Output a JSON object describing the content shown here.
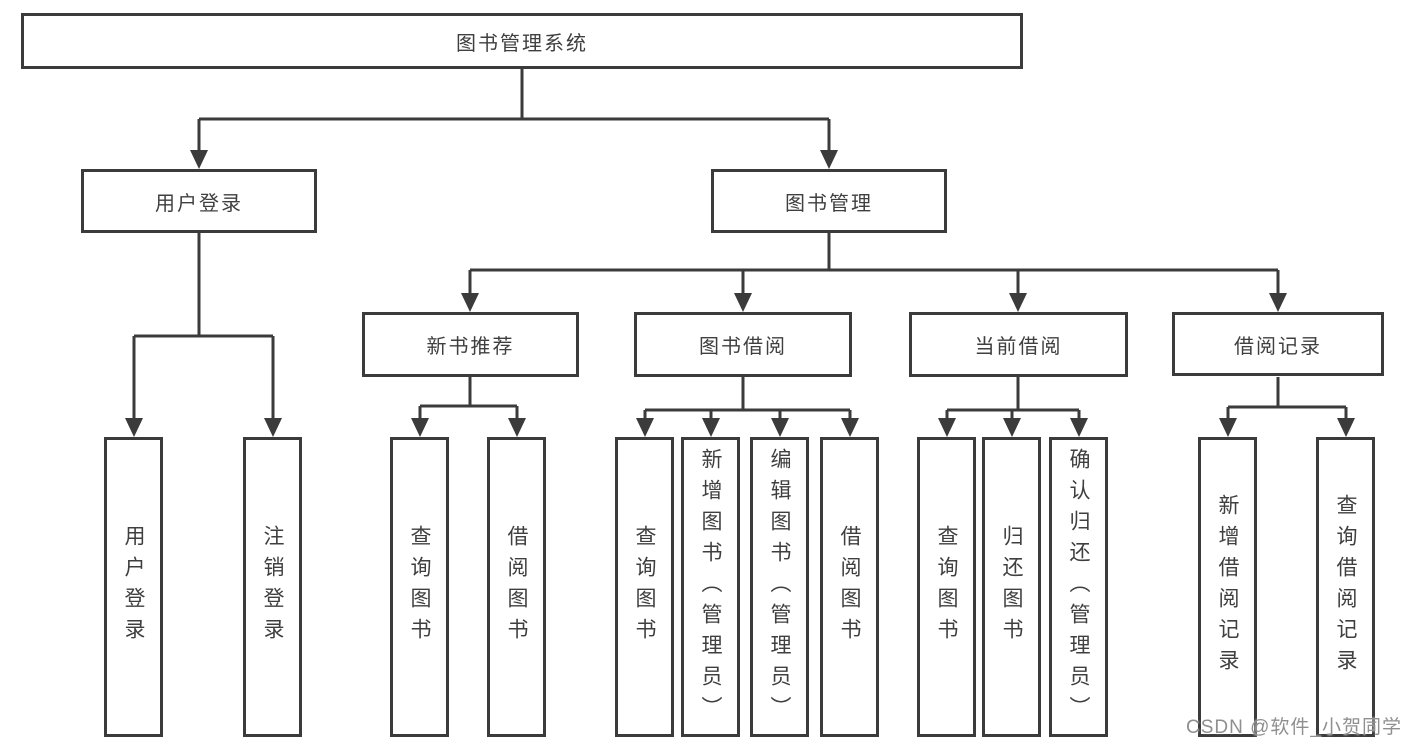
{
  "diagram": {
    "root": {
      "label": "图书管理系统"
    },
    "branches": [
      {
        "label": "用户登录",
        "children": [
          {
            "label": "用户登录"
          },
          {
            "label": "注销登录"
          }
        ]
      },
      {
        "label": "图书管理",
        "children": [
          {
            "label": "新书推荐",
            "children": [
              {
                "label": "查询图书"
              },
              {
                "label": "借阅图书"
              }
            ]
          },
          {
            "label": "图书借阅",
            "children": [
              {
                "label": "查询图书"
              },
              {
                "label": "新增图书（管理员）"
              },
              {
                "label": "编辑图书（管理员）"
              },
              {
                "label": "借阅图书"
              }
            ]
          },
          {
            "label": "当前借阅",
            "children": [
              {
                "label": "查询图书"
              },
              {
                "label": "归还图书"
              },
              {
                "label": "确认归还（管理员）"
              }
            ]
          },
          {
            "label": "借阅记录",
            "children": [
              {
                "label": "新增借阅记录"
              },
              {
                "label": "查询借阅记录"
              }
            ]
          }
        ]
      }
    ]
  },
  "watermark": {
    "text": "CSDN @软件_小贺同学"
  },
  "colors": {
    "line": "#3b3b3b",
    "text": "#3f3f3f",
    "background": "#ffffff",
    "watermark": "#8f8f8f"
  }
}
